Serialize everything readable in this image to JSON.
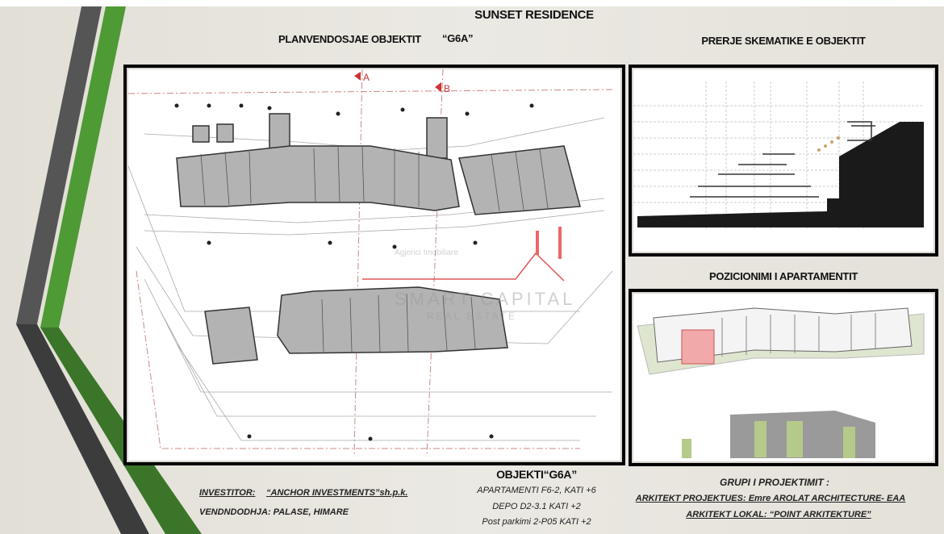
{
  "header": {
    "title": "SUNSET RESIDENCE",
    "plan_title": "PLANVENDOSJAE OBJEKTIT",
    "plan_code": "“G6A”",
    "section_title": "PRERJE SKEMATIKE E OBJEKTIT",
    "position_title": "POZICIONIMI I APARTAMENTIT"
  },
  "plan": {
    "section_marks": [
      "A",
      "B"
    ]
  },
  "watermark": {
    "line1": "Agjenci Imobiliare",
    "line2": "SMART CAPITAL",
    "line3": "REAL ESTATE"
  },
  "object": {
    "title": "OBJEKTI“G6A”",
    "lines": [
      "APARTAMENTI F6-2, KATI +6",
      "DEPO D2-3.1  KATI +2",
      "Post parkimi 2-P05  KATI +2"
    ]
  },
  "investor": {
    "label": "INVESTITOR:",
    "value": "“ANCHOR INVESTMENTS”sh.p.k.",
    "location": "VENDNDODHJA: PALASE, HIMARE"
  },
  "design": {
    "title": "GRUPI I PROJEKTIMIT  :",
    "architect": "ARKITEKT PROJEKTUES: Emre AROLAT ARCHITECTURE- EAA",
    "local": "ARKITEKT LOKAL: “POINT ARKITEKTURE”"
  },
  "colors": {
    "green": "#4e9a35",
    "dark_green": "#3b7529",
    "grey": "#545454",
    "highlight": "#e8a0a0"
  }
}
